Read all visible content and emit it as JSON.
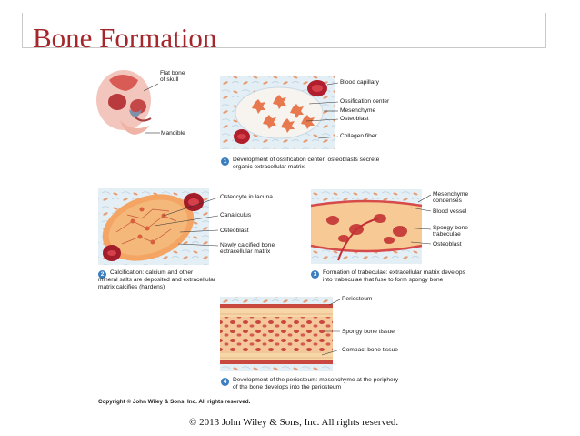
{
  "slide": {
    "title": "Bone Formation",
    "footer": "© 2013 John Wiley & Sons, Inc. All rights reserved."
  },
  "figure": {
    "copyright": "Copyright © John Wiley & Sons, Inc. All rights reserved.",
    "skull": {
      "label_flat_bone_1": "Flat bone",
      "label_flat_bone_2": "of skull",
      "label_mandible": "Mandible"
    },
    "step1": {
      "number": "1",
      "labels": [
        "Blood capillary",
        "Ossification center",
        "Mesenchyme",
        "Osteoblast",
        "Collagen fiber"
      ],
      "caption": [
        "Development of ossification center: osteoblasts secrete",
        "organic extracellular matrix"
      ]
    },
    "step2": {
      "number": "2",
      "labels": [
        "Osteocyte in lacuna",
        "Canaliculus",
        "Osteoblast",
        "Newly calcified bone",
        "extracellular matrix"
      ],
      "caption": [
        "Calcification: calcium and other",
        "mineral salts are deposited and extracellular",
        "matrix calcifies (hardens)"
      ]
    },
    "step3": {
      "number": "3",
      "labels": [
        "Mesenchyme",
        "condenses",
        "Blood vessel",
        "Spongy bone",
        "trabeculae",
        "Osteoblast"
      ],
      "caption": [
        "Formation of trabeculae: extracellular matrix develops",
        "into trabeculae that fuse to form spongy bone"
      ]
    },
    "step4": {
      "number": "4",
      "labels": [
        "Periosteum",
        "Spongy bone tissue",
        "Compact bone tissue"
      ],
      "caption": [
        "Development of the periosteum: mesenchyme at the periphery",
        "of the bone develops into the periosteum"
      ]
    }
  }
}
